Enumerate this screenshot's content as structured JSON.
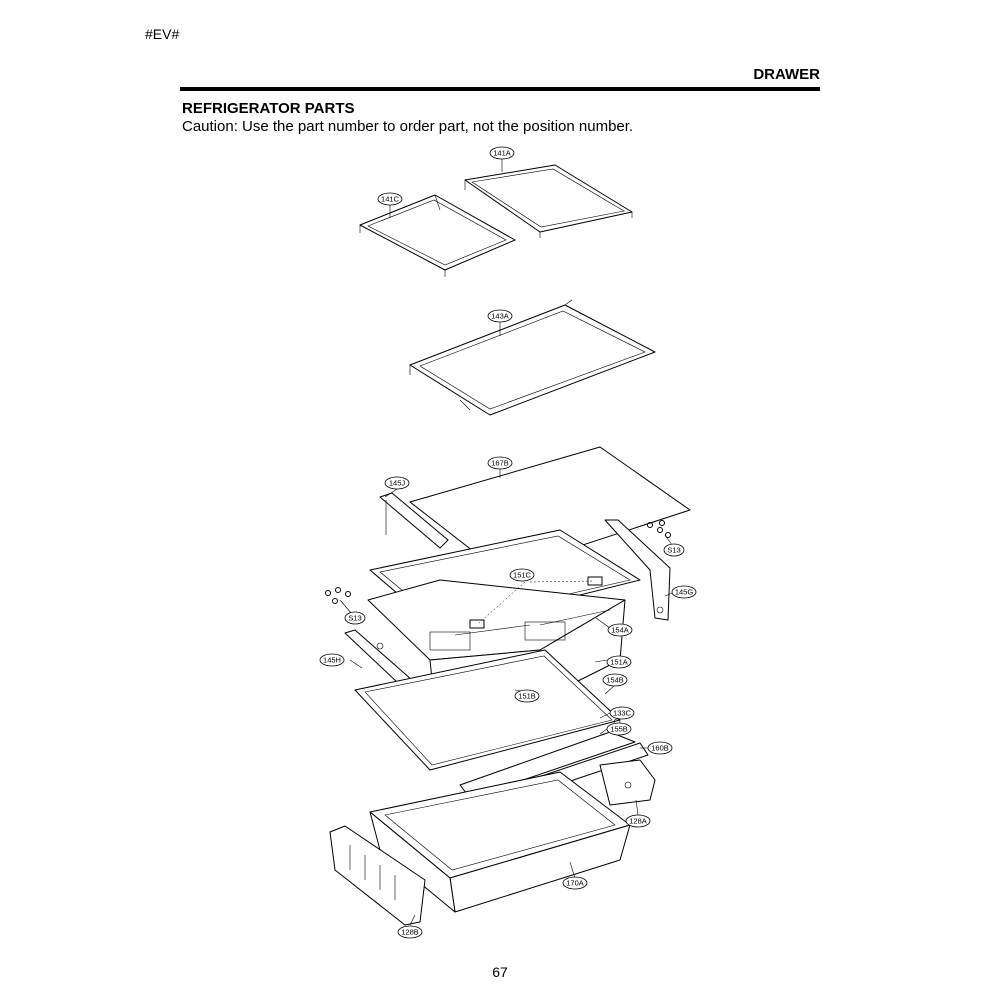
{
  "header": {
    "code": "#EV#",
    "section": "DRAWER"
  },
  "document": {
    "heading": "REFRIGERATOR PARTS",
    "caution": "Caution: Use the part number to order part, not the position number."
  },
  "callouts": [
    "141A",
    "141C",
    "143A",
    "167B",
    "145J",
    "S13",
    "145G",
    "151C",
    "S13",
    "154A",
    "145H",
    "151A",
    "154B",
    "151B",
    "133C",
    "155B",
    "160B",
    "128A",
    "170A",
    "128B"
  ],
  "footer": {
    "page_number": "67"
  }
}
